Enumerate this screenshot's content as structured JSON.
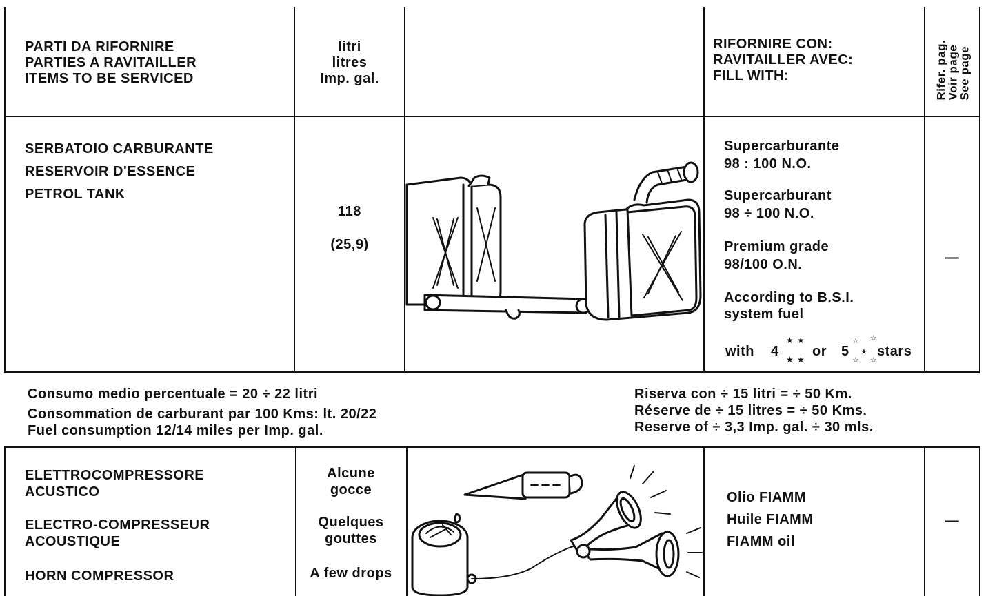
{
  "header": {
    "items_col": [
      "PARTI DA RIFORNIRE",
      "PARTIES A RAVITAILLER",
      "ITEMS TO BE SERVICED"
    ],
    "capacity_col": [
      "litri",
      "litres",
      "Imp. gal."
    ],
    "fill_col": [
      "RIFORNIRE CON:",
      "RAVITAILLER AVEC:",
      "FILL WITH:"
    ],
    "page_col": [
      "Rifer. pag.",
      "Voir page",
      "See page"
    ]
  },
  "fuel_row": {
    "item": [
      "SERBATOIO CARBURANTE",
      "RESERVOIR D'ESSENCE",
      "PETROL TANK"
    ],
    "litres": "118",
    "gallons": "(25,9)",
    "fill": {
      "it_name": "Supercarburante",
      "it_spec": "98 : 100 N.O.",
      "fr_name": "Supercarburant",
      "fr_spec": "98 ÷ 100 N.O.",
      "en_name": "Premium grade",
      "en_spec": "98/100 O.N.",
      "bsi_line1": "According to B.S.I.",
      "bsi_line2": "system fuel",
      "stars_with": "with",
      "stars_4": "4",
      "stars_or": "or",
      "stars_5": "5",
      "stars_word": "stars"
    },
    "page_ref": "—"
  },
  "consumption": {
    "it": "Consumo medio percentuale = 20 ÷ 22 litri",
    "fr": "Consommation de carburant par 100 Kms: lt. 20/22",
    "en": "Fuel consumption 12/14 miles per Imp. gal.",
    "reserve_it": "Riserva con ÷ 15 litri = ÷ 50 Km.",
    "reserve_fr": "Réserve de ÷ 15 litres = ÷ 50 Kms.",
    "reserve_en": "Reserve of ÷ 3,3 Imp. gal. ÷ 30 mls."
  },
  "horn_row": {
    "item_it": [
      "ELETTROCOMPRESSORE",
      "ACUSTICO"
    ],
    "item_fr": [
      "ELECTRO-COMPRESSEUR",
      "ACOUSTIQUE"
    ],
    "item_en": "HORN COMPRESSOR",
    "qty_it": [
      "Alcune",
      "gocce"
    ],
    "qty_fr": [
      "Quelques",
      "gouttes"
    ],
    "qty_en": "A few drops",
    "fill": [
      "Olio FIAMM",
      "Huile FIAMM",
      "FIAMM oil"
    ],
    "page_ref": "—"
  }
}
